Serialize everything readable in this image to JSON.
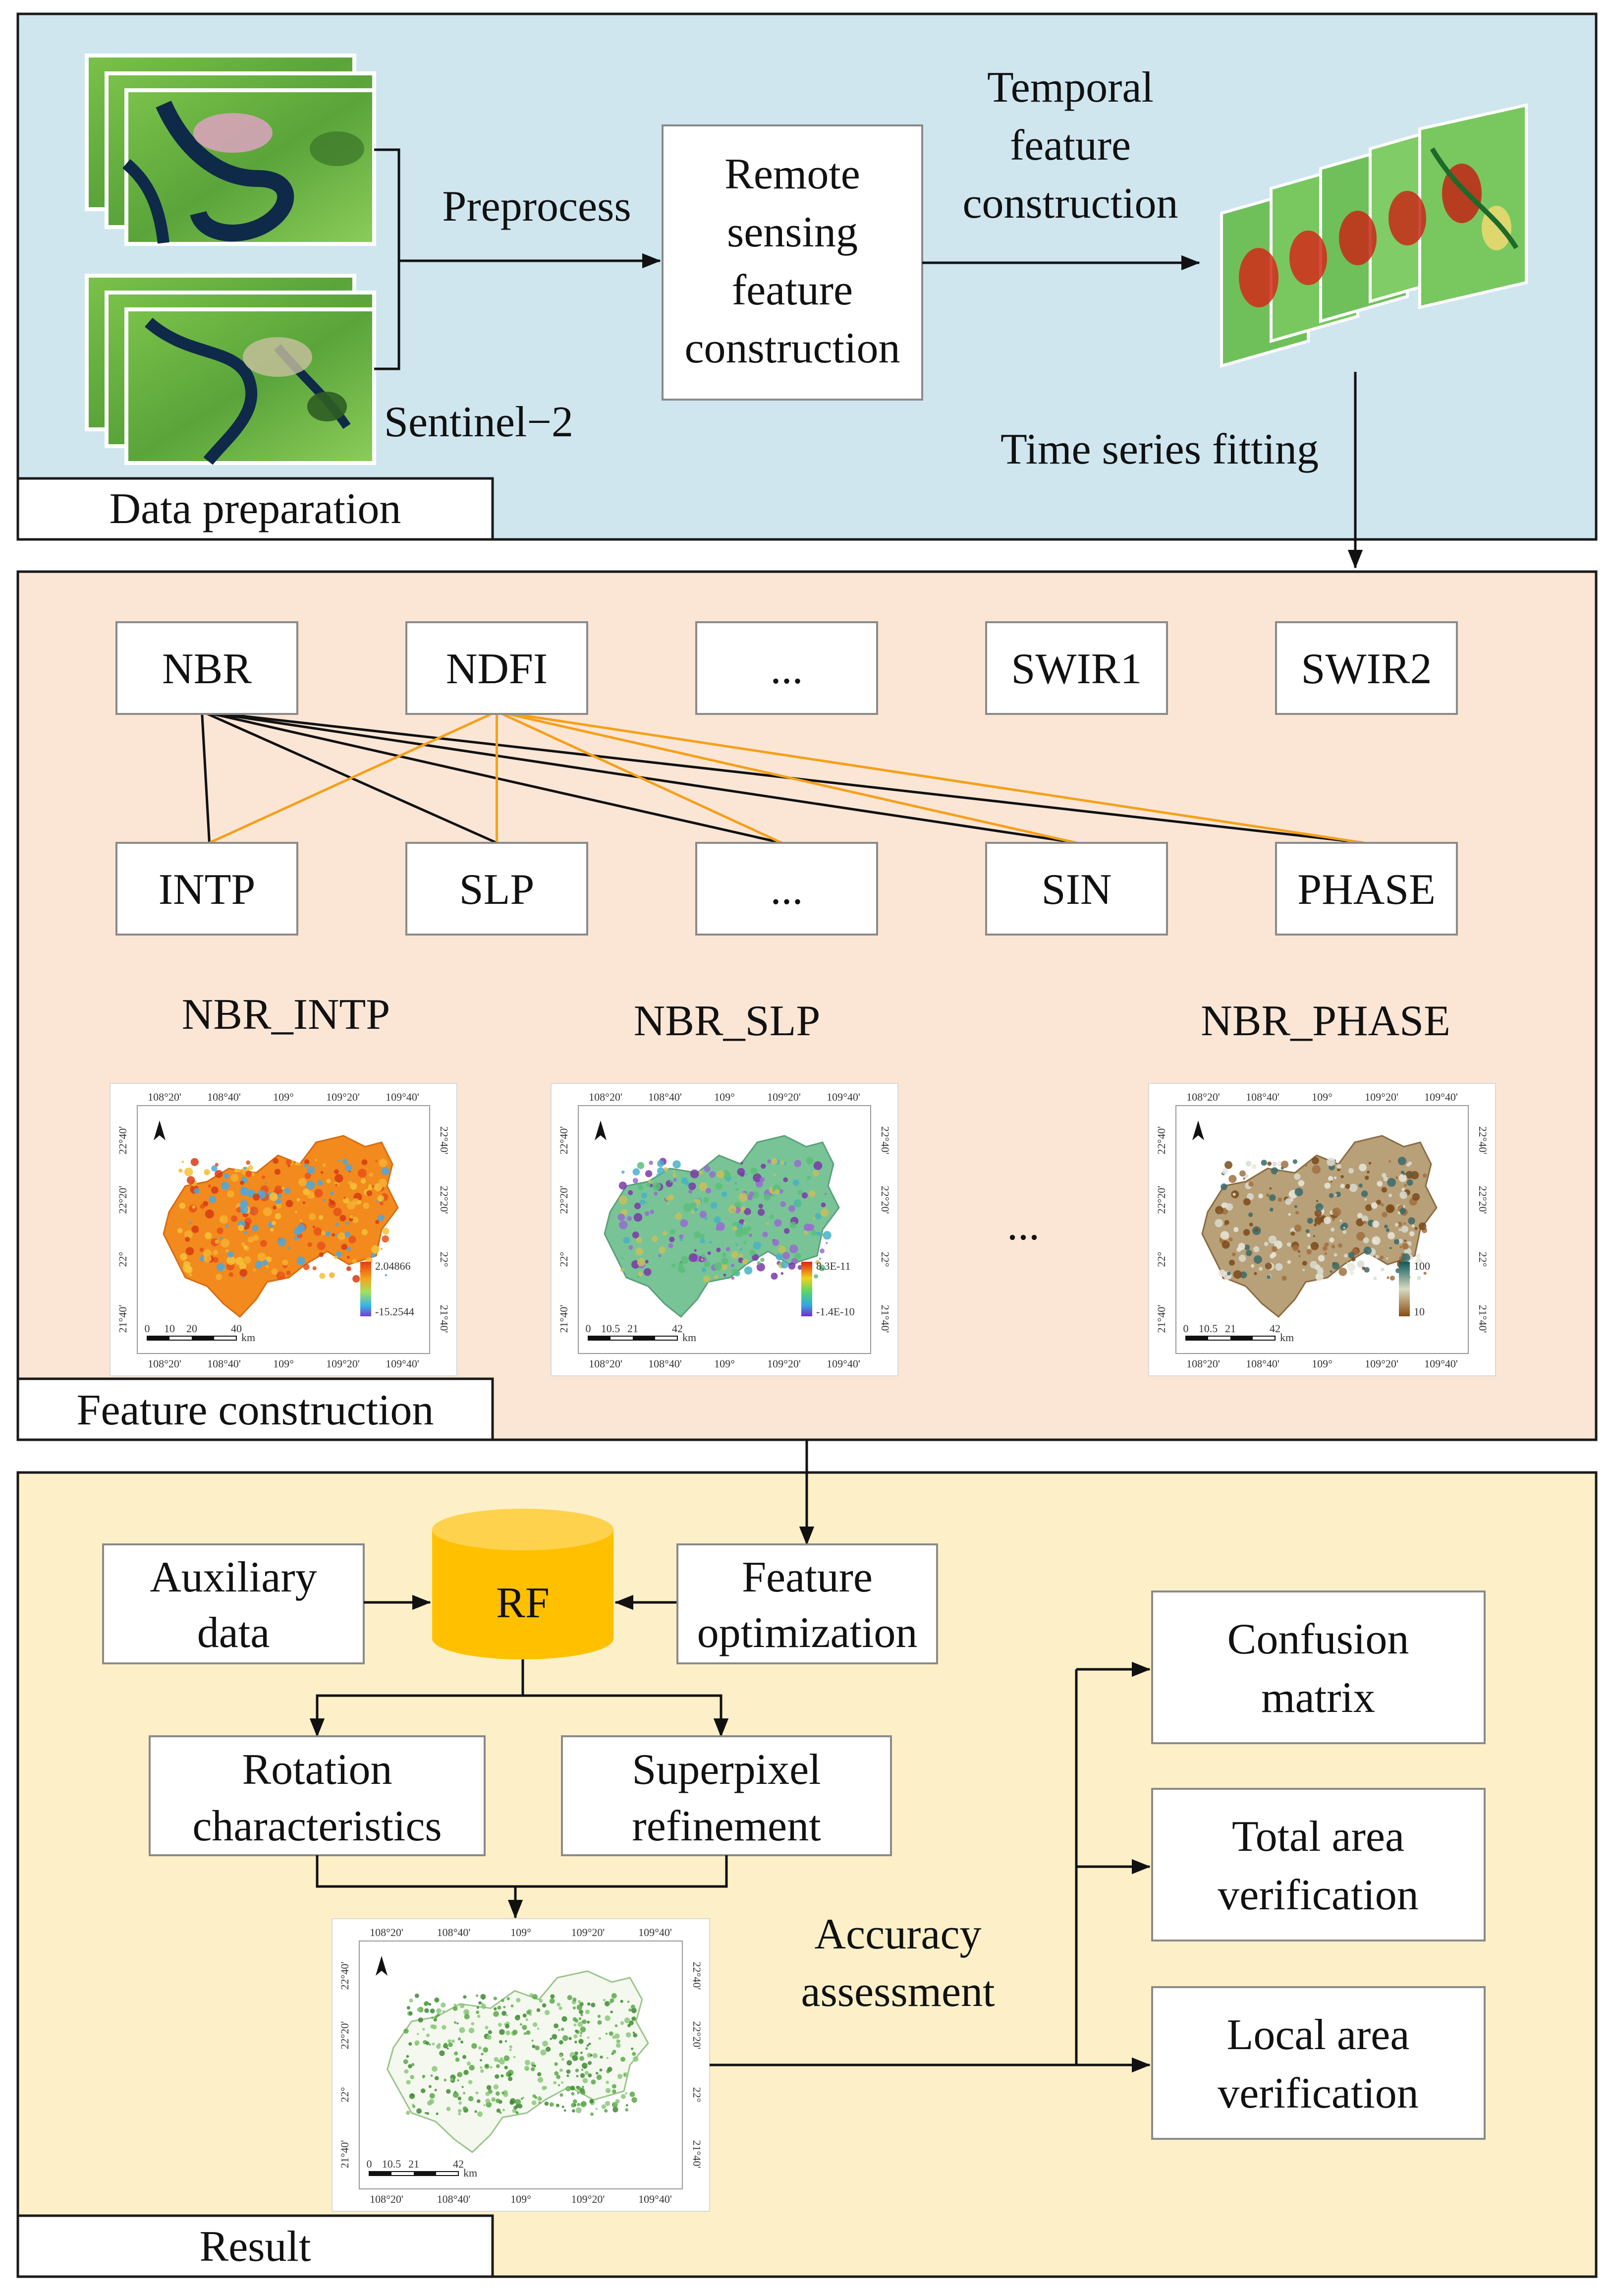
{
  "colors": {
    "section1_bg": "#cfe6ef",
    "section2_bg": "#fbe6d6",
    "section3_bg": "#fdf0c8",
    "rf_fill": "#ffc000",
    "link_black": "#111111",
    "link_orange": "#f5a01a"
  },
  "data_preparation": {
    "section_label": "Data preparation",
    "preprocess": "Preprocess",
    "sensor": "Sentinel−2",
    "rs_feature_box": [
      "Remote",
      "sensing",
      "feature",
      "construction"
    ],
    "temporal_feature": [
      "Temporal",
      "feature",
      "construction"
    ],
    "time_series_fitting": "Time series fitting"
  },
  "feature_construction": {
    "section_label": "Feature construction",
    "indices": [
      "NBR",
      "NDFI",
      "...",
      "SWIR1",
      "SWIR2"
    ],
    "parameters": [
      "INTP",
      "SLP",
      "...",
      "SIN",
      "PHASE"
    ],
    "links_black": [
      [
        0,
        0
      ],
      [
        0,
        1
      ],
      [
        0,
        2
      ],
      [
        0,
        3
      ],
      [
        0,
        4
      ]
    ],
    "links_orange": [
      [
        1,
        0
      ],
      [
        1,
        1
      ],
      [
        1,
        2
      ],
      [
        1,
        3
      ],
      [
        1,
        4
      ]
    ],
    "ellipsis": "...",
    "maps": [
      {
        "title": "NBR_INTP",
        "top_ticks": [
          "108°20'",
          "108°40'",
          "109°",
          "109°20'",
          "109°40'"
        ],
        "bottom_ticks": [
          "108°20'",
          "108°40'",
          "109°",
          "109°20'",
          "109°40'"
        ],
        "left_ticks": [
          "22°40'",
          "22°20'",
          "22°",
          "21°40'"
        ],
        "right_ticks": [
          "22°40'",
          "22°20'",
          "22°",
          "21°40'"
        ],
        "legend_max": "2.04866",
        "legend_min": "-15.2544",
        "scale": [
          "0",
          "10",
          "20",
          "40"
        ],
        "scale_unit": "km"
      },
      {
        "title": "NBR_SLP",
        "top_ticks": [
          "108°20'",
          "108°40'",
          "109°",
          "109°20'",
          "109°40'"
        ],
        "bottom_ticks": [
          "108°20'",
          "108°40'",
          "109°",
          "109°20'",
          "109°40'"
        ],
        "left_ticks": [
          "22°40'",
          "22°20'",
          "22°",
          "21°40'"
        ],
        "right_ticks": [
          "22°40'",
          "22°20'",
          "22°",
          "21°40'"
        ],
        "legend_max": "8.3E-11",
        "legend_min": "-1.4E-10",
        "scale": [
          "0",
          "10.5",
          "21",
          "42"
        ],
        "scale_unit": "km"
      },
      {
        "title": "NBR_PHASE",
        "top_ticks": [
          "108°20'",
          "108°40'",
          "109°",
          "109°20'",
          "109°40'"
        ],
        "bottom_ticks": [
          "108°20'",
          "108°40'",
          "109°",
          "109°20'",
          "109°40'"
        ],
        "left_ticks": [
          "22°40'",
          "22°20'",
          "22°",
          "21°40'"
        ],
        "right_ticks": [
          "22°40'",
          "22°20'",
          "22°",
          "21°40'"
        ],
        "legend_max": "100",
        "legend_min": "10",
        "scale": [
          "0",
          "10.5",
          "21",
          "42"
        ],
        "scale_unit": "km"
      }
    ]
  },
  "result": {
    "section_label": "Result",
    "auxiliary": [
      "Auxiliary",
      "data"
    ],
    "rf": "RF",
    "feature_opt": [
      "Feature",
      "optimization"
    ],
    "rotation": [
      "Rotation",
      "characteristics"
    ],
    "superpixel": [
      "Superpixel",
      "refinement"
    ],
    "accuracy": [
      "Accuracy",
      "assessment"
    ],
    "confusion": [
      "Confusion",
      "matrix"
    ],
    "total_area": [
      "Total area",
      "verification"
    ],
    "local_area": [
      "Local area",
      "verification"
    ],
    "result_map": {
      "top_ticks": [
        "108°20'",
        "108°40'",
        "109°",
        "109°20'",
        "109°40'"
      ],
      "bottom_ticks": [
        "108°20'",
        "108°40'",
        "109°",
        "109°20'",
        "109°40'"
      ],
      "left_ticks": [
        "22°40'",
        "22°20'",
        "22°",
        "21°40'"
      ],
      "right_ticks": [
        "22°40'",
        "22°20'",
        "22°",
        "21°40'"
      ],
      "scale": [
        "0",
        "10.5",
        "21",
        "42"
      ],
      "scale_unit": "km"
    }
  }
}
